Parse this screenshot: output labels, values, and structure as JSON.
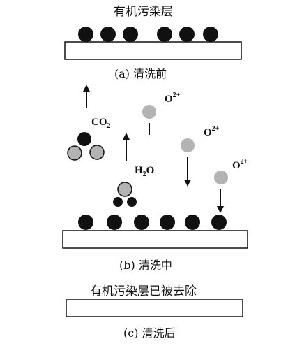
{
  "panel_a": {
    "top_label": "有机污染层",
    "caption": "(a)  清洗前"
  },
  "panel_b": {
    "caption": "(b)  清洗中",
    "co2": {
      "main": "CO",
      "sub": "2"
    },
    "h2o": {
      "h": "H",
      "sub": "2",
      "o": "O"
    },
    "oxygen_ion": {
      "main": "O",
      "sup": "2+"
    }
  },
  "panel_c": {
    "top_label": "有机污染层已被去除",
    "caption": "(c)  清洗后"
  },
  "colors": {
    "dark_particle": "#111111",
    "gray_particle": "#b3b3b3",
    "plate_fill": "#ffffff",
    "stroke": "#111111"
  },
  "icons": [
    "up-arrow-icon",
    "down-arrow-icon"
  ]
}
